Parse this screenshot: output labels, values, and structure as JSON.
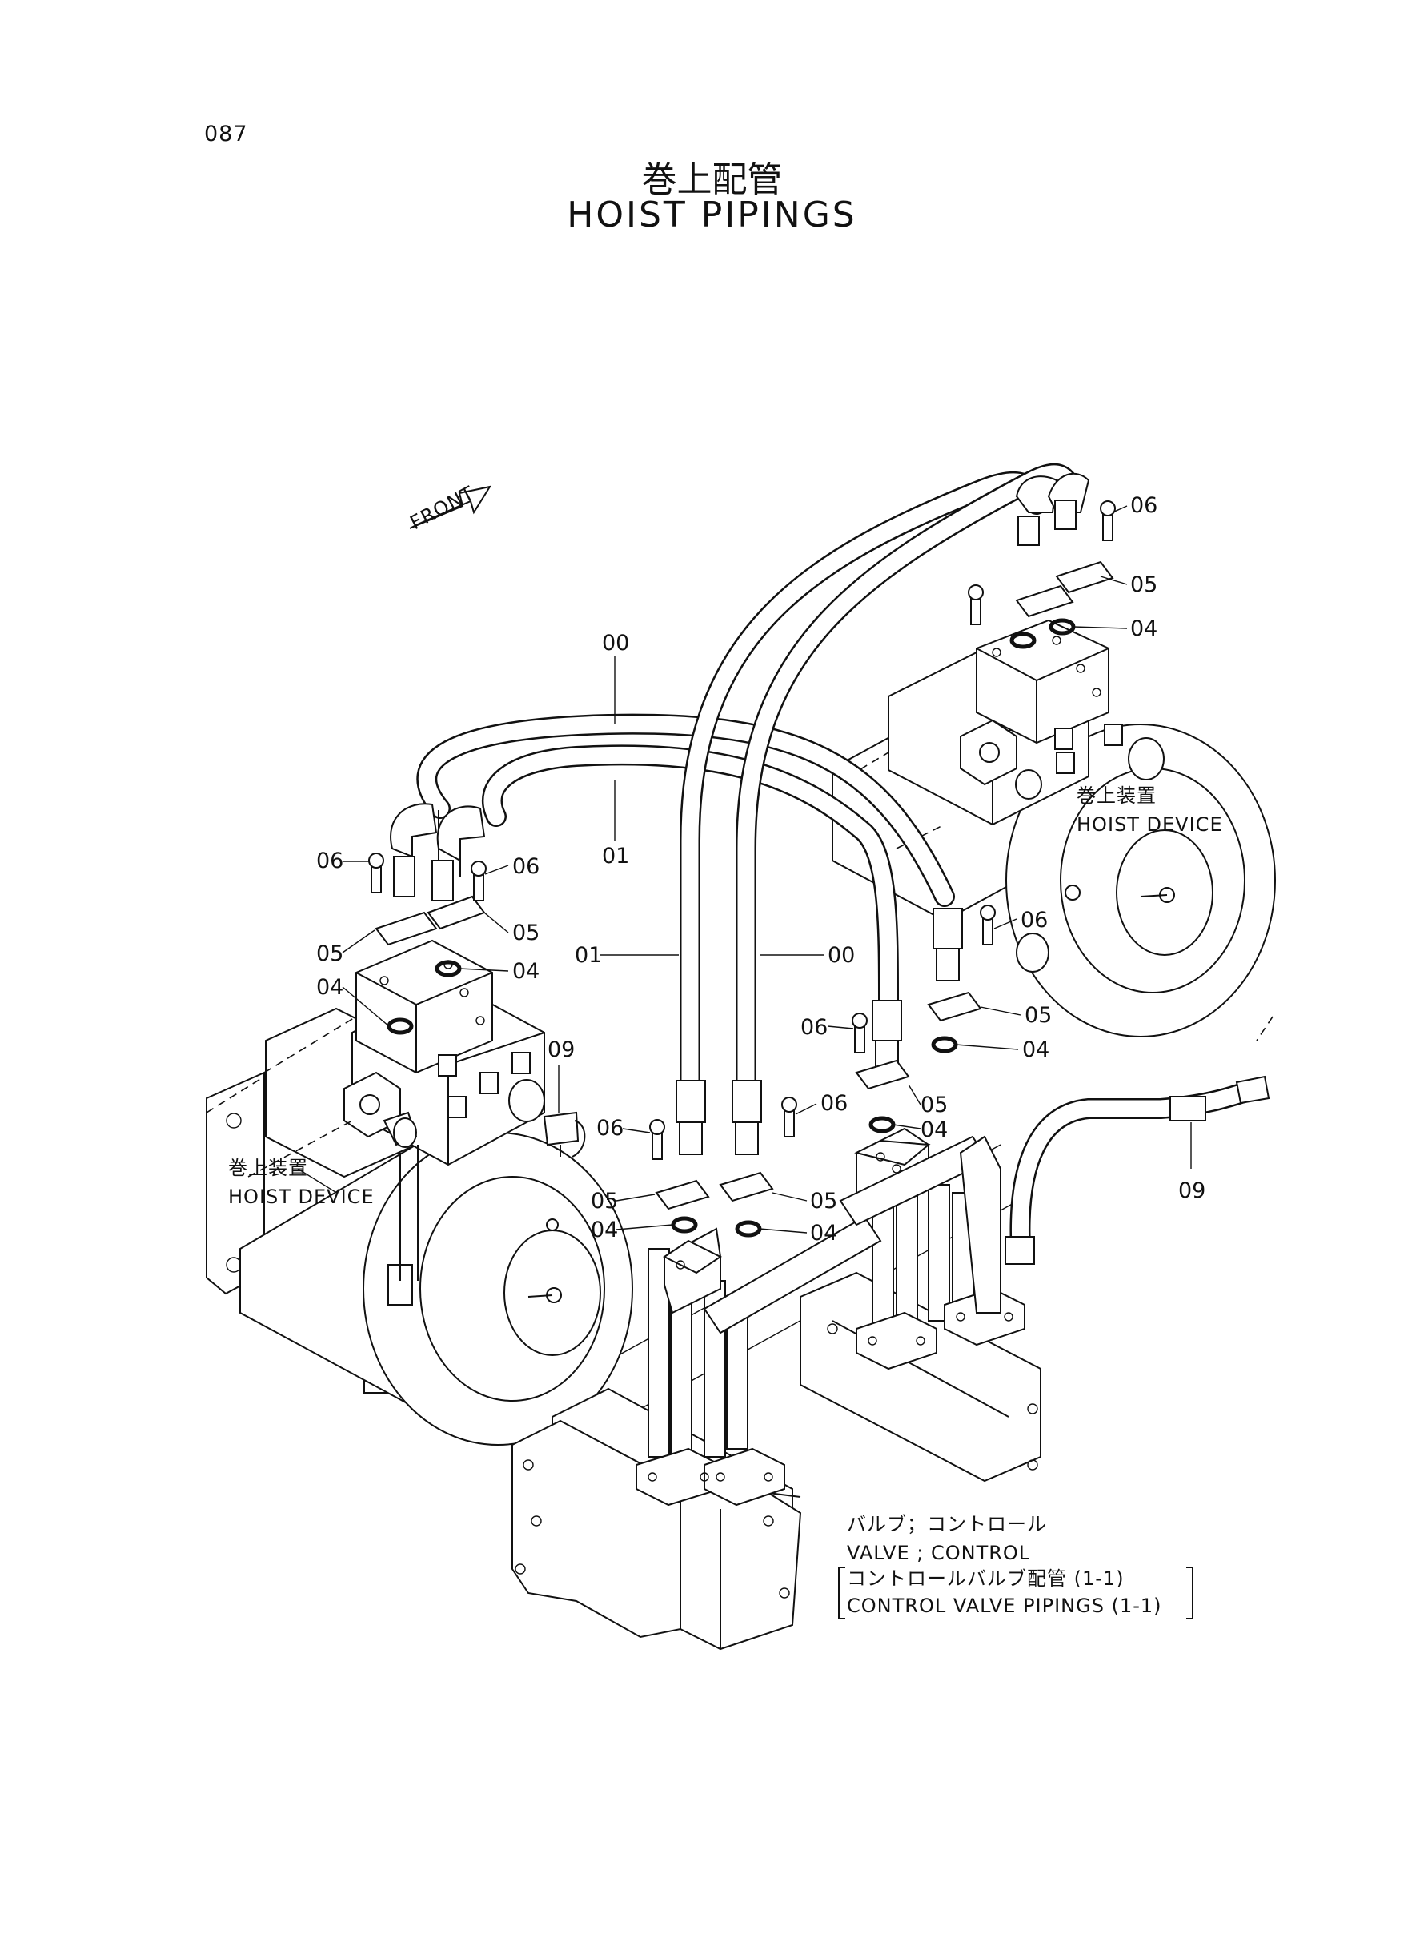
{
  "page": {
    "number": "087"
  },
  "title": {
    "japanese": "巻上配管",
    "english": "HOIST PIPINGS"
  },
  "direction": {
    "label": "FRONT"
  },
  "devices": {
    "left": {
      "japanese": "巻上装置",
      "english": "HOIST DEVICE"
    },
    "right": {
      "japanese": "巻上装置",
      "english": "HOIST DEVICE"
    }
  },
  "valve_reference": {
    "japanese": "バルブ；コントロール",
    "english": "VALVE ; CONTROL",
    "ref_japanese": "コントロールバルブ配管 (1-1)",
    "ref_english": "CONTROL VALVE PIPINGS (1-1)"
  },
  "callouts": {
    "c00a": "00",
    "c00b": "00",
    "c01a": "01",
    "c01b": "01",
    "c04a": "04",
    "c04b": "04",
    "c04c": "04",
    "c04d": "04",
    "c04e": "04",
    "c04f": "04",
    "c04g": "04",
    "c05a": "05",
    "c05b": "05",
    "c05c": "05",
    "c05d": "05",
    "c05e": "05",
    "c05f": "05",
    "c05g": "05",
    "c06a": "06",
    "c06b": "06",
    "c06c": "06",
    "c06d": "06",
    "c06e": "06",
    "c06f": "06",
    "c06g": "06",
    "c09a": "09",
    "c09b": "09"
  }
}
